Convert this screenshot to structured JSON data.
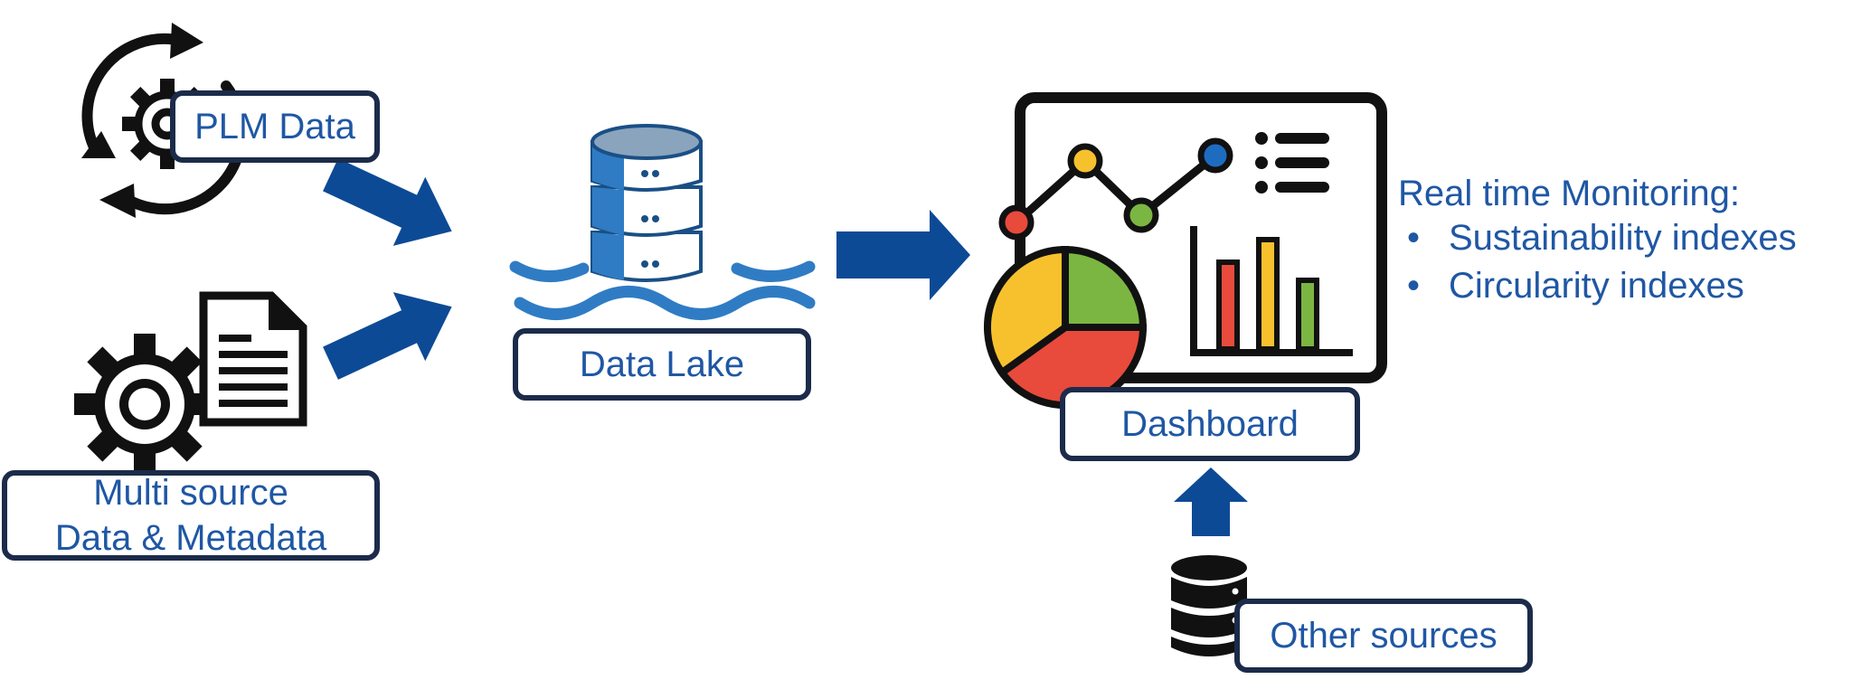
{
  "nodes": {
    "plm": {
      "label": "PLM Data",
      "icon": "gear-cycle-icon"
    },
    "multi": {
      "line1": "Multi source",
      "line2": "Data & Metadata",
      "icon": "gear-document-icon"
    },
    "lake": {
      "label": "Data Lake",
      "icon": "database-water-icon"
    },
    "dashboard": {
      "label": "Dashboard",
      "icon": "dashboard-chart-icon"
    },
    "other": {
      "label": "Other sources",
      "icon": "database-icon"
    }
  },
  "monitoring": {
    "title": "Real time Monitoring:",
    "bullet": "•",
    "items": [
      "Sustainability indexes",
      "Circularity indexes"
    ]
  },
  "colors": {
    "arrow": "#0d4a96",
    "text": "#1f57a4",
    "border": "#1c2b4a",
    "lake_blue": "#2f7cc4",
    "red": "#e84a3c",
    "yellow": "#f7c12e",
    "green": "#7bb642",
    "blue": "#1e6cc0"
  }
}
